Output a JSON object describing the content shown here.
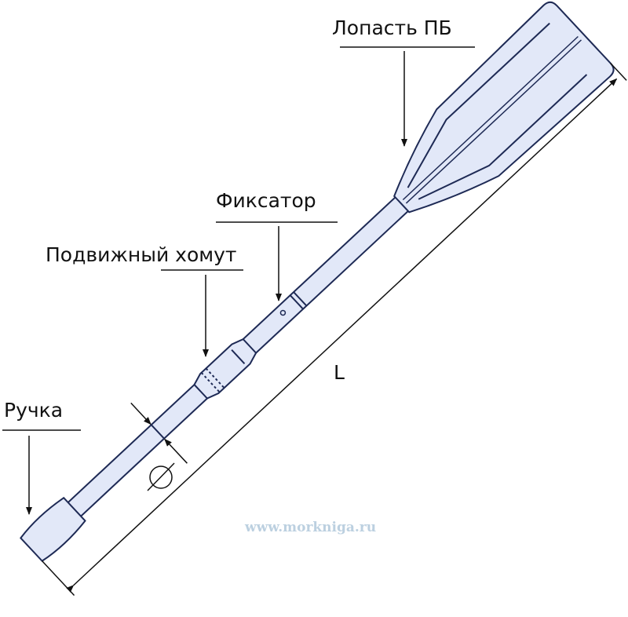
{
  "labels": {
    "blade": "Лопасть ПБ",
    "latch": "Фиксатор",
    "collar": "Подвижный хомут",
    "handle": "Ручка",
    "length": "L",
    "diameter": "Ø"
  },
  "watermark": "www.morkniga.ru",
  "colors": {
    "fill": "#e2e8f8",
    "outline": "#1e2a55"
  }
}
